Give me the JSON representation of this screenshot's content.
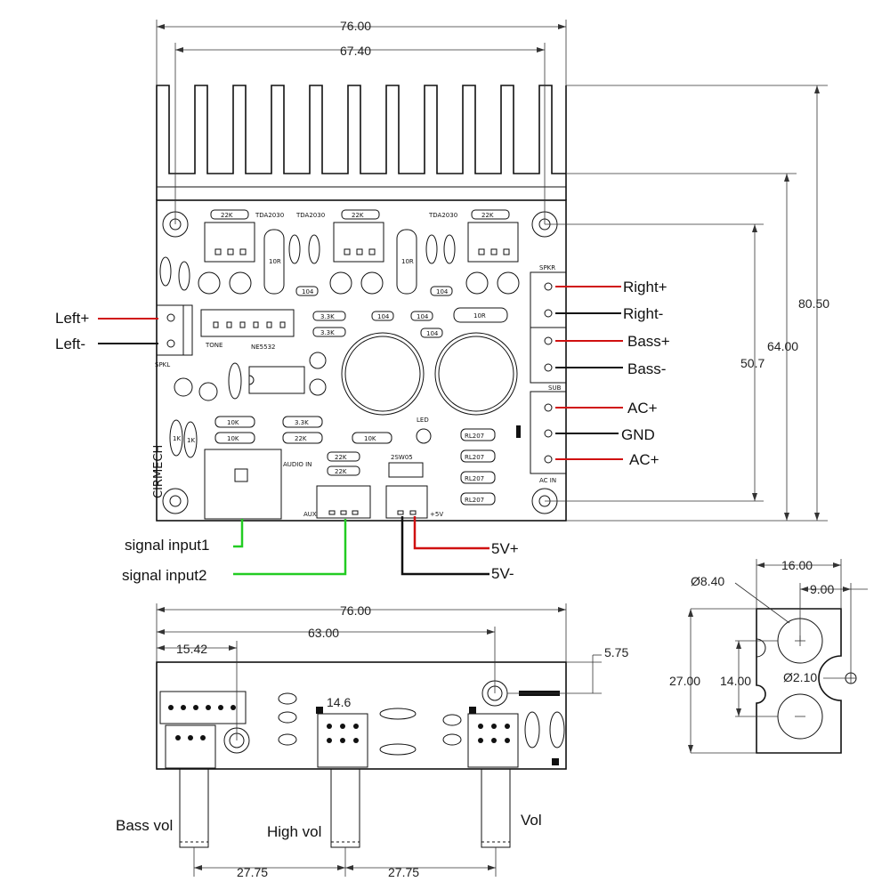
{
  "colors": {
    "red": "#d01010",
    "black": "#111111",
    "green": "#22cc22"
  },
  "top_view": {
    "dims": {
      "width_total": "76.00",
      "hole_spacing": "67.40",
      "height_total": "80.50",
      "height_board": "64.00",
      "height_holes": "50.7"
    },
    "silk": {
      "r1": "22K",
      "r2": "22K",
      "r3": "22K",
      "tda_a": "TDA2030",
      "tda_b": "TDA2030",
      "tda_c": "TDA2030",
      "tone": "TONE",
      "ne": "NE5532",
      "sprr": "SPKR",
      "sprl": "SPKL",
      "sub": "SUB",
      "acin": "AC IN",
      "audio_in": "AUDIO IN",
      "aux": "AUX",
      "plus5v": "+5V",
      "led": "LED",
      "brand": "CIRMECH",
      "v104": "104",
      "r10": "10R",
      "r33": "3.3K",
      "r10k": "10K",
      "r1k": "1K",
      "rl": "RL207",
      "switch": "2SW05"
    },
    "labels": {
      "left_plus": "Left+",
      "left_minus": "Left-",
      "right_plus": "Right+",
      "right_minus": "Right-",
      "bass_plus": "Bass+",
      "bass_minus": "Bass-",
      "ac_plus_1": "AC+",
      "gnd": "GND",
      "ac_plus_2": "AC+",
      "signal_input1": "signal input1",
      "signal_input2": "signal input2",
      "v5_plus": "5V+",
      "v5_minus": "5V-"
    }
  },
  "front_view": {
    "dims": {
      "width_total": "76.00",
      "span": "63.00",
      "offset": "15.42",
      "height": "5.75",
      "small": "14.6",
      "pitch_1": "27.75",
      "pitch_2": "27.75"
    },
    "labels": {
      "bass_vol": "Bass vol",
      "high_vol": "High vol",
      "vol": "Vol"
    }
  },
  "bracket": {
    "dims": {
      "width": "16.00",
      "offset": "9.00",
      "height": "27.00",
      "spacing": "14.00",
      "large_hole": "Ø8.40",
      "small_hole": "Ø2.10"
    }
  }
}
